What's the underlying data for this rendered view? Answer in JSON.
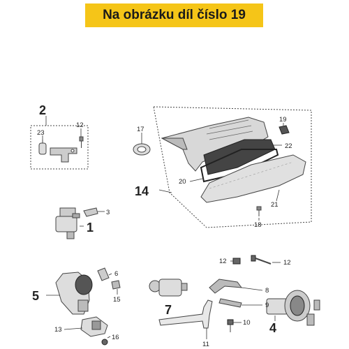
{
  "banner": {
    "text": "Na obrázku díl číslo 19"
  },
  "labels": {
    "l1": "1",
    "l2": "2",
    "l3": "3",
    "l4": "4",
    "l5": "5",
    "l6": "6",
    "l7": "7",
    "l8": "8",
    "l9": "9",
    "l10": "10",
    "l11": "11",
    "l12a": "12",
    "l12b": "12",
    "l12c": "12",
    "l13": "13",
    "l14": "14",
    "l15": "15",
    "l16": "16",
    "l17": "17",
    "l18": "18",
    "l19": "19",
    "l20": "20",
    "l21": "21",
    "l22": "22",
    "l23": "23"
  }
}
